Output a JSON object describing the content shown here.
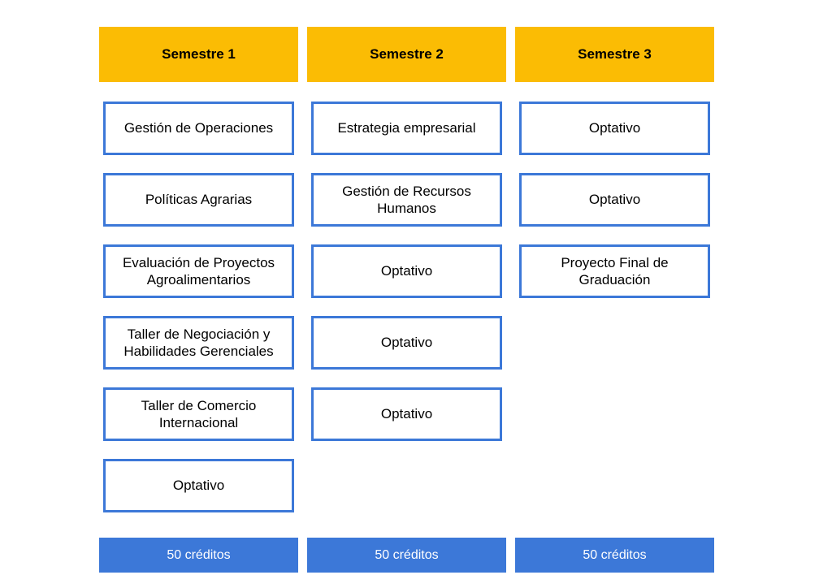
{
  "colors": {
    "page-bg": "#FFFFFF",
    "header-bg": "#FBBC04",
    "header-text": "#000000",
    "box-bg": "#FFFFFF",
    "box-border": "#3C78D8",
    "box-text": "#000000",
    "footer-bg": "#3C78D8",
    "footer-text": "#FFFFFF"
  },
  "columns": [
    {
      "header": "Semestre 1",
      "courses": [
        "Gestión de Operaciones",
        "Políticas Agrarias",
        "Evaluación de Proyectos Agroalimentarios",
        "Taller de Negociación y Habilidades Gerenciales",
        "Taller de Comercio Internacional",
        "Optativo"
      ],
      "footer": "50 créditos"
    },
    {
      "header": "Semestre 2",
      "courses": [
        "Estrategia empresarial",
        "Gestión de Recursos Humanos",
        "Optativo",
        "Optativo",
        "Optativo"
      ],
      "footer": "50 créditos"
    },
    {
      "header": "Semestre 3",
      "courses": [
        "Optativo",
        "Optativo",
        "Proyecto Final de Graduación"
      ],
      "footer": "50 créditos"
    }
  ]
}
